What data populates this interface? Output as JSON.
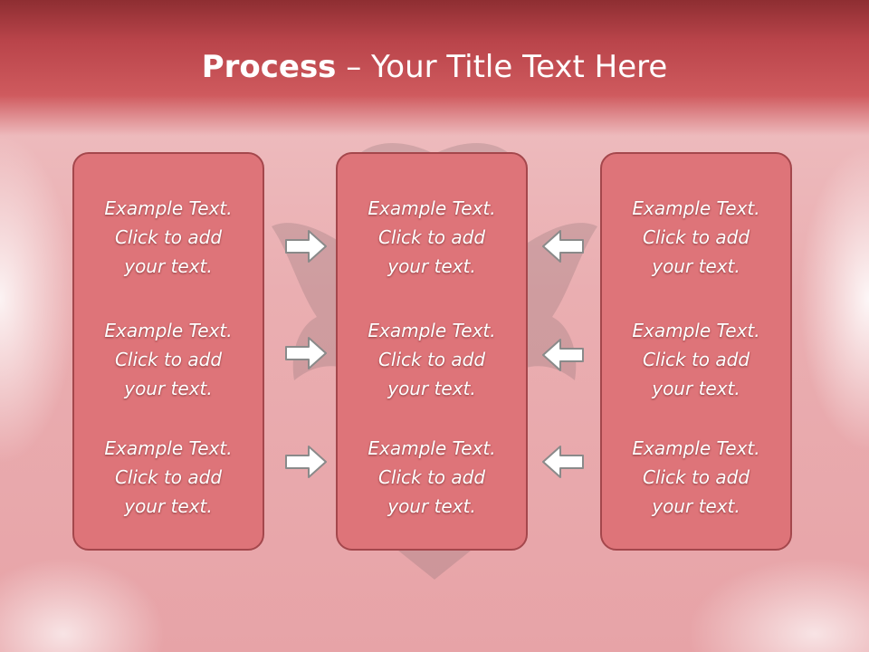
{
  "slide": {
    "title_bold": "Process",
    "title_rest": " – Your Title Text Here"
  },
  "columns": [
    {
      "items": [
        {
          "line1": "Example Text.",
          "line2": "Click  to add",
          "line3": "your text."
        },
        {
          "line1": "Example Text.",
          "line2": "Click  to add",
          "line3": "your text."
        },
        {
          "line1": "Example Text.",
          "line2": "Click  to add",
          "line3": "your text."
        }
      ]
    },
    {
      "items": [
        {
          "line1": "Example Text.",
          "line2": "Click  to add",
          "line3": "your text."
        },
        {
          "line1": "Example Text.",
          "line2": "Click  to add",
          "line3": "your text."
        },
        {
          "line1": "Example Text.",
          "line2": "Click  to add",
          "line3": "your text."
        }
      ]
    },
    {
      "items": [
        {
          "line1": "Example Text.",
          "line2": "Click  to add",
          "line3": "your text."
        },
        {
          "line1": "Example Text.",
          "line2": "Click  to add",
          "line3": "your text."
        },
        {
          "line1": "Example Text.",
          "line2": "Click  to add",
          "line3": "your text."
        }
      ]
    }
  ],
  "colors": {
    "header": "#b9444a",
    "box_fill": "#de7479",
    "box_border": "#a4474c",
    "arrow_fill": "#ffffff",
    "arrow_stroke": "#8a8a8a"
  },
  "icons": {
    "background": "double-headed-eagle-emblem",
    "left_arrows": "arrow-right-icon",
    "right_arrows": "arrow-left-icon"
  }
}
